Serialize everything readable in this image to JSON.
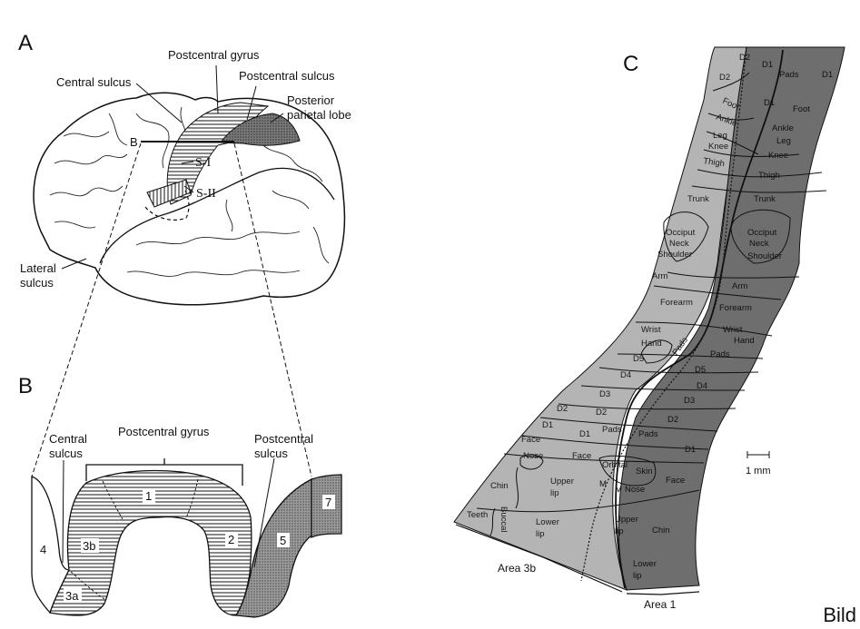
{
  "figure": {
    "footer_label": "Bild"
  },
  "panel_a": {
    "letter": "A",
    "labels": {
      "postcentral_gyrus": "Postcentral gyrus",
      "central_sulcus": "Central sulcus",
      "postcentral_sulcus": "Postcentral sulcus",
      "posterior_parietal_line1": "Posterior",
      "posterior_parietal_line2": "parietal lobe",
      "section_marker": "B",
      "s1": "S-I",
      "s2": "S-II",
      "lateral_sulcus_line1": "Lateral",
      "lateral_sulcus_line2": "sulcus"
    }
  },
  "panel_b": {
    "letter": "B",
    "labels": {
      "central_sulcus_line1": "Central",
      "central_sulcus_line2": "sulcus",
      "postcentral_gyrus": "Postcentral gyrus",
      "postcentral_sulcus_line1": "Postcentral",
      "postcentral_sulcus_line2": "sulcus"
    },
    "areas": [
      "4",
      "3b",
      "3a",
      "1",
      "2",
      "5",
      "7"
    ]
  },
  "panel_c": {
    "letter": "C",
    "area_labels": {
      "left": "Area 3b",
      "right": "Area 1"
    },
    "scale_bar": "1 mm",
    "area3b_regions": [
      "D2",
      "D2",
      "Foot",
      "Ankle",
      "Leg",
      "Knee",
      "Thigh",
      "Trunk",
      "Occiput",
      "Neck",
      "Shoulder",
      "Arm",
      "Forearm",
      "Wrist",
      "Hand",
      "Pads",
      "D5",
      "D4",
      "D3",
      "D2",
      "D2",
      "D1",
      "D1",
      "Pads",
      "Face",
      "Nose",
      "Face",
      "Chin",
      "Upper",
      "lip",
      "Teeth",
      "Buccal",
      "Lower",
      "lip"
    ],
    "area1_regions": [
      "D1",
      "Pads",
      "D1",
      "D1",
      "Foot",
      "Ankle",
      "Leg",
      "Knee",
      "Thigh",
      "Trunk",
      "Occiput",
      "Neck",
      "Shoulder",
      "Arm",
      "Forearm",
      "Wrist",
      "Hand",
      "Pads",
      "D5",
      "D4",
      "D3",
      "D2",
      "Pads",
      "D1",
      "Orbital",
      "Skin",
      "Face",
      "M",
      "V",
      "Nose",
      "Upper",
      "lip",
      "Chin",
      "Lower",
      "lip"
    ]
  }
}
